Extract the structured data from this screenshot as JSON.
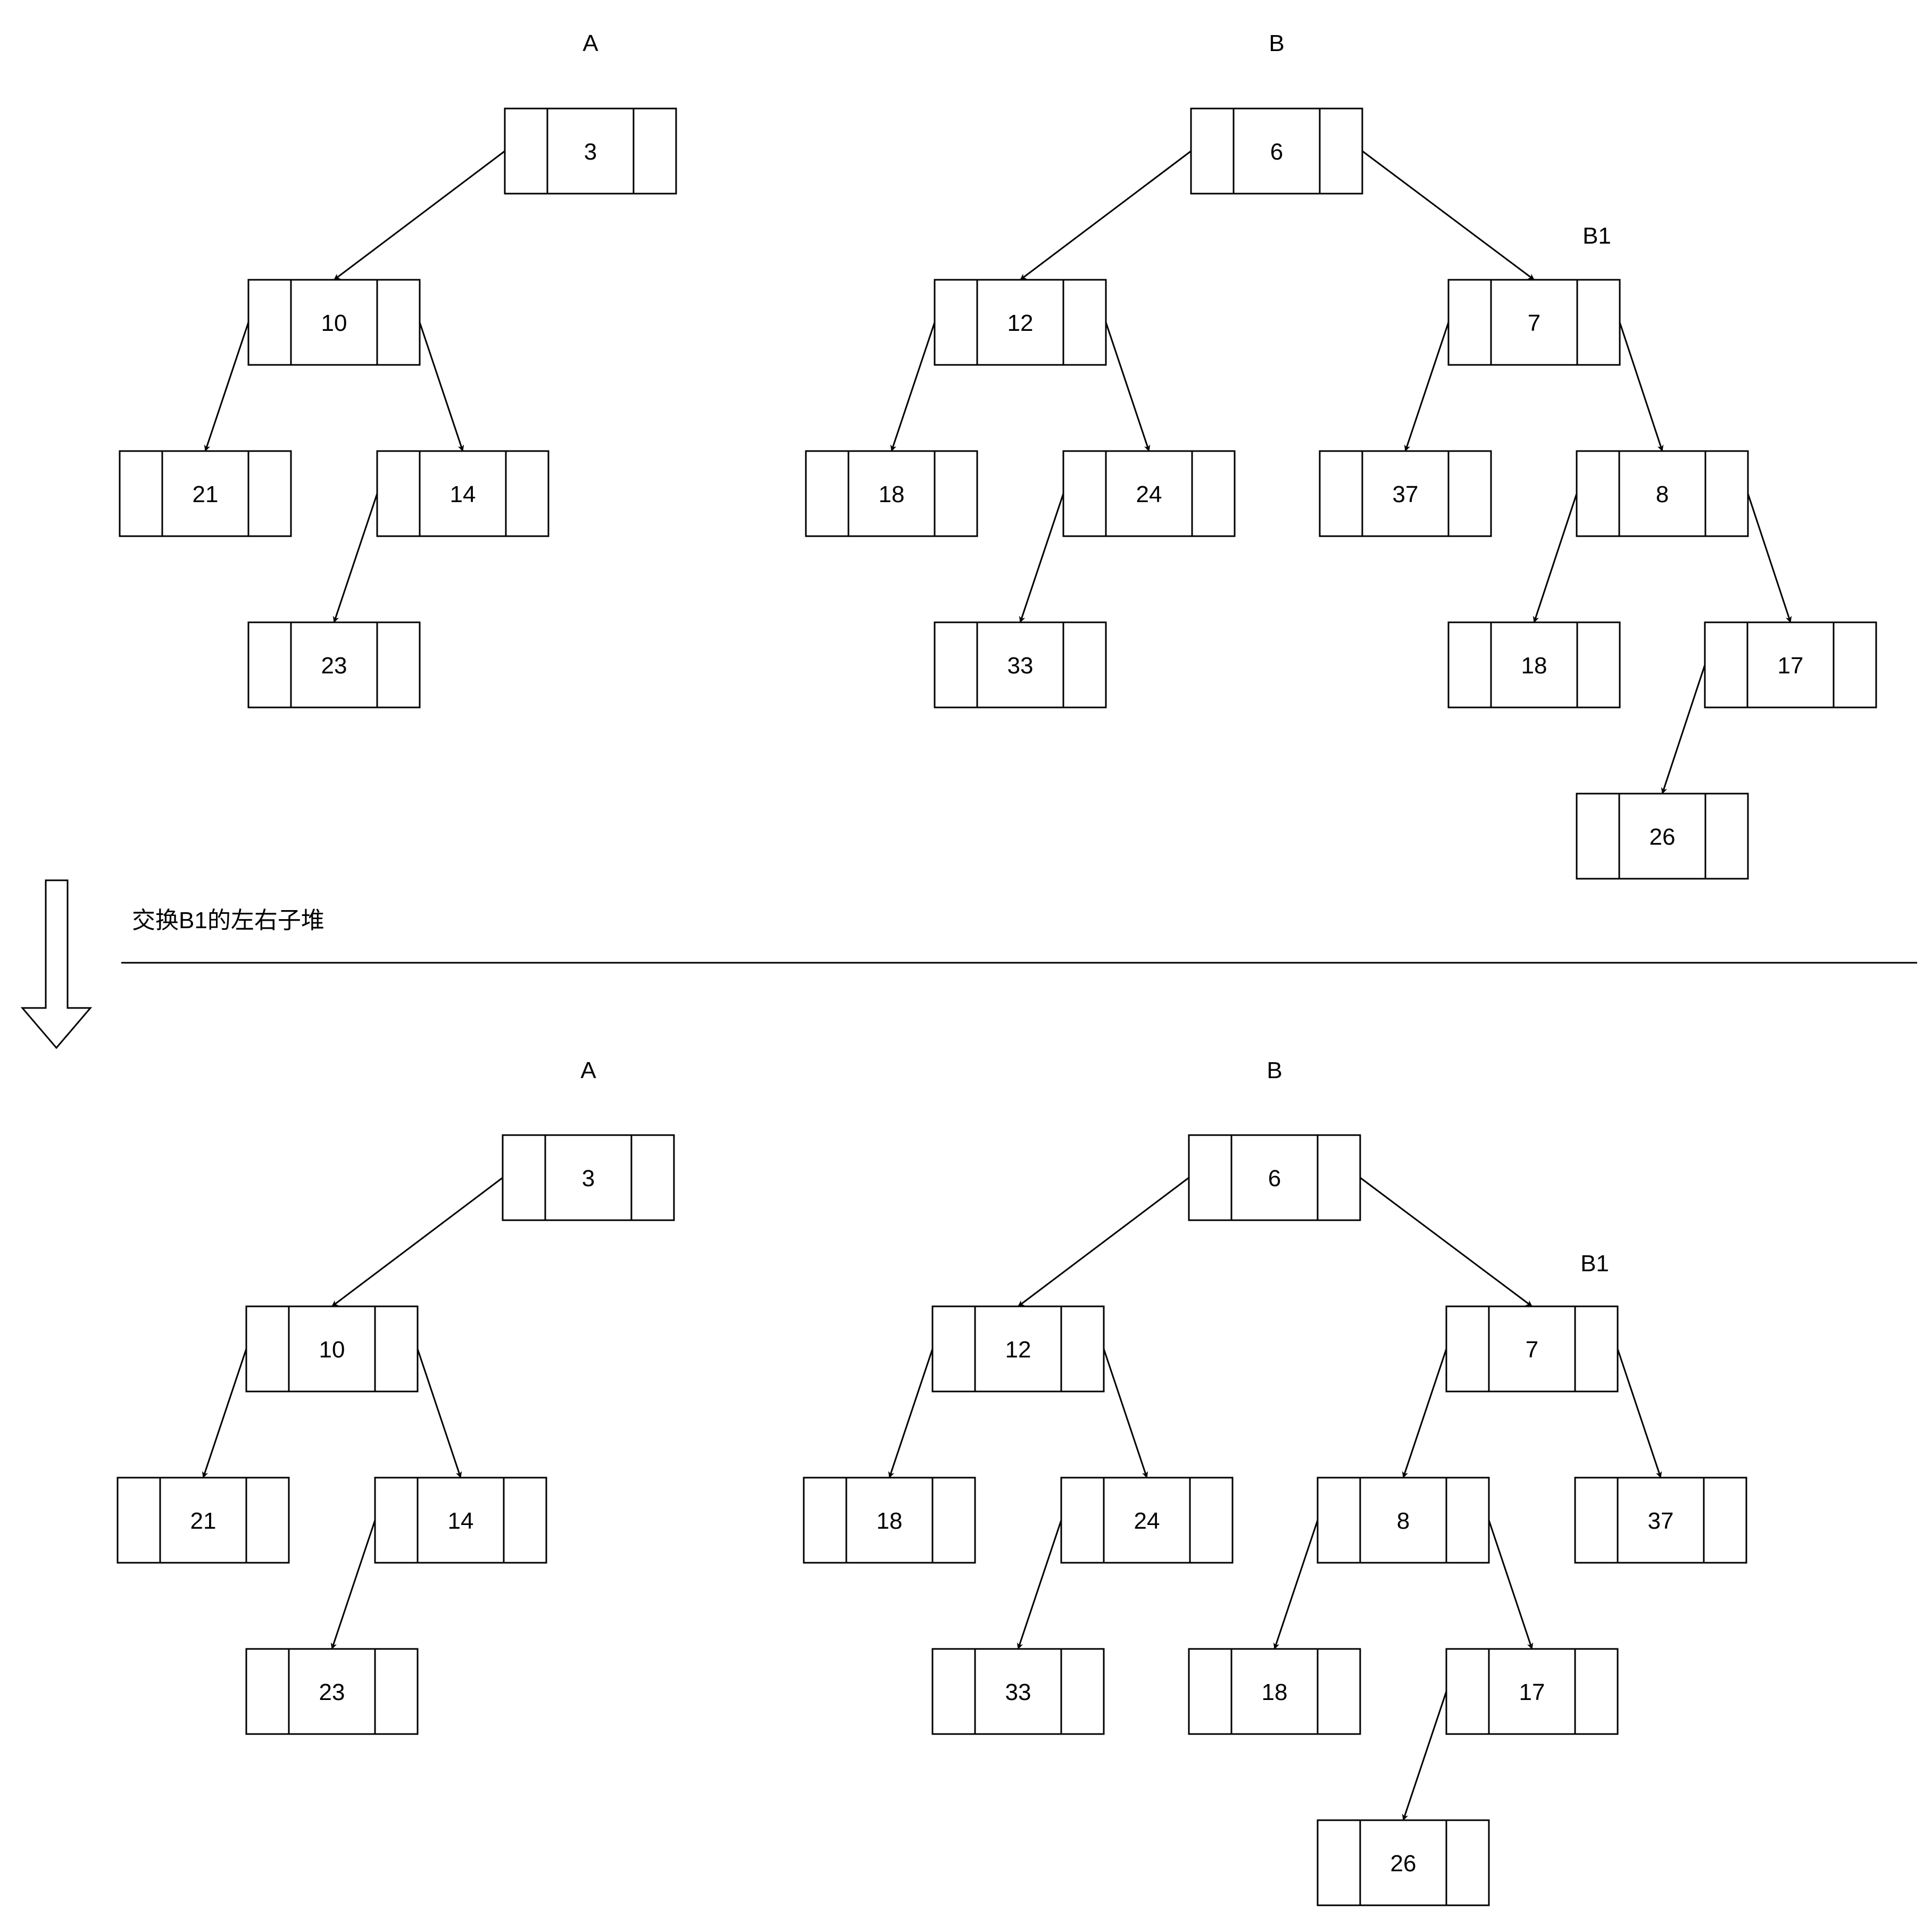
{
  "diagram": {
    "before": {
      "heaps": [
        {
          "label": "A",
          "nodes": [
            {
              "id": "a_before_3",
              "value": "3"
            },
            {
              "id": "a_before_10",
              "value": "10"
            },
            {
              "id": "a_before_21",
              "value": "21"
            },
            {
              "id": "a_before_14",
              "value": "14"
            },
            {
              "id": "a_before_23",
              "value": "23"
            }
          ],
          "edges": [
            [
              "a_before_3",
              "a_before_10"
            ],
            [
              "a_before_10",
              "a_before_21"
            ],
            [
              "a_before_10",
              "a_before_14"
            ],
            [
              "a_before_14",
              "a_before_23"
            ]
          ]
        },
        {
          "label": "B",
          "subtree_label": "B1",
          "nodes": [
            {
              "id": "b_before_6",
              "value": "6"
            },
            {
              "id": "b_before_12",
              "value": "12"
            },
            {
              "id": "b_before_7",
              "value": "7"
            },
            {
              "id": "b_before_18a",
              "value": "18"
            },
            {
              "id": "b_before_24",
              "value": "24"
            },
            {
              "id": "b_before_33",
              "value": "33"
            },
            {
              "id": "b_before_37",
              "value": "37"
            },
            {
              "id": "b_before_8",
              "value": "8"
            },
            {
              "id": "b_before_18b",
              "value": "18"
            },
            {
              "id": "b_before_17",
              "value": "17"
            },
            {
              "id": "b_before_26",
              "value": "26"
            }
          ],
          "edges": [
            [
              "b_before_6",
              "b_before_12"
            ],
            [
              "b_before_6",
              "b_before_7"
            ],
            [
              "b_before_12",
              "b_before_18a"
            ],
            [
              "b_before_12",
              "b_before_24"
            ],
            [
              "b_before_24",
              "b_before_33"
            ],
            [
              "b_before_7",
              "b_before_37"
            ],
            [
              "b_before_7",
              "b_before_8"
            ],
            [
              "b_before_8",
              "b_before_18b"
            ],
            [
              "b_before_8",
              "b_before_17"
            ],
            [
              "b_before_17",
              "b_before_26"
            ]
          ]
        }
      ]
    },
    "step_label": "交换B1的左右子堆",
    "after": {
      "heaps": [
        {
          "label": "A",
          "nodes": [
            {
              "id": "a_after_3",
              "value": "3"
            },
            {
              "id": "a_after_10",
              "value": "10"
            },
            {
              "id": "a_after_21",
              "value": "21"
            },
            {
              "id": "a_after_14",
              "value": "14"
            },
            {
              "id": "a_after_23",
              "value": "23"
            }
          ],
          "edges": [
            [
              "a_after_3",
              "a_after_10"
            ],
            [
              "a_after_10",
              "a_after_21"
            ],
            [
              "a_after_10",
              "a_after_14"
            ],
            [
              "a_after_14",
              "a_after_23"
            ]
          ]
        },
        {
          "label": "B",
          "subtree_label": "B1",
          "nodes": [
            {
              "id": "b_after_6",
              "value": "6"
            },
            {
              "id": "b_after_12",
              "value": "12"
            },
            {
              "id": "b_after_7",
              "value": "7"
            },
            {
              "id": "b_after_18a",
              "value": "18"
            },
            {
              "id": "b_after_24",
              "value": "24"
            },
            {
              "id": "b_after_33",
              "value": "33"
            },
            {
              "id": "b_after_8",
              "value": "8"
            },
            {
              "id": "b_after_37",
              "value": "37"
            },
            {
              "id": "b_after_18b",
              "value": "18"
            },
            {
              "id": "b_after_17",
              "value": "17"
            },
            {
              "id": "b_after_26",
              "value": "26"
            }
          ],
          "edges": [
            [
              "b_after_6",
              "b_after_12"
            ],
            [
              "b_after_6",
              "b_after_7"
            ],
            [
              "b_after_12",
              "b_after_18a"
            ],
            [
              "b_after_12",
              "b_after_24"
            ],
            [
              "b_after_24",
              "b_after_33"
            ],
            [
              "b_after_7",
              "b_after_8"
            ],
            [
              "b_after_7",
              "b_after_37"
            ],
            [
              "b_after_8",
              "b_after_18b"
            ],
            [
              "b_after_8",
              "b_after_17"
            ],
            [
              "b_after_17",
              "b_after_26"
            ]
          ]
        }
      ]
    }
  }
}
